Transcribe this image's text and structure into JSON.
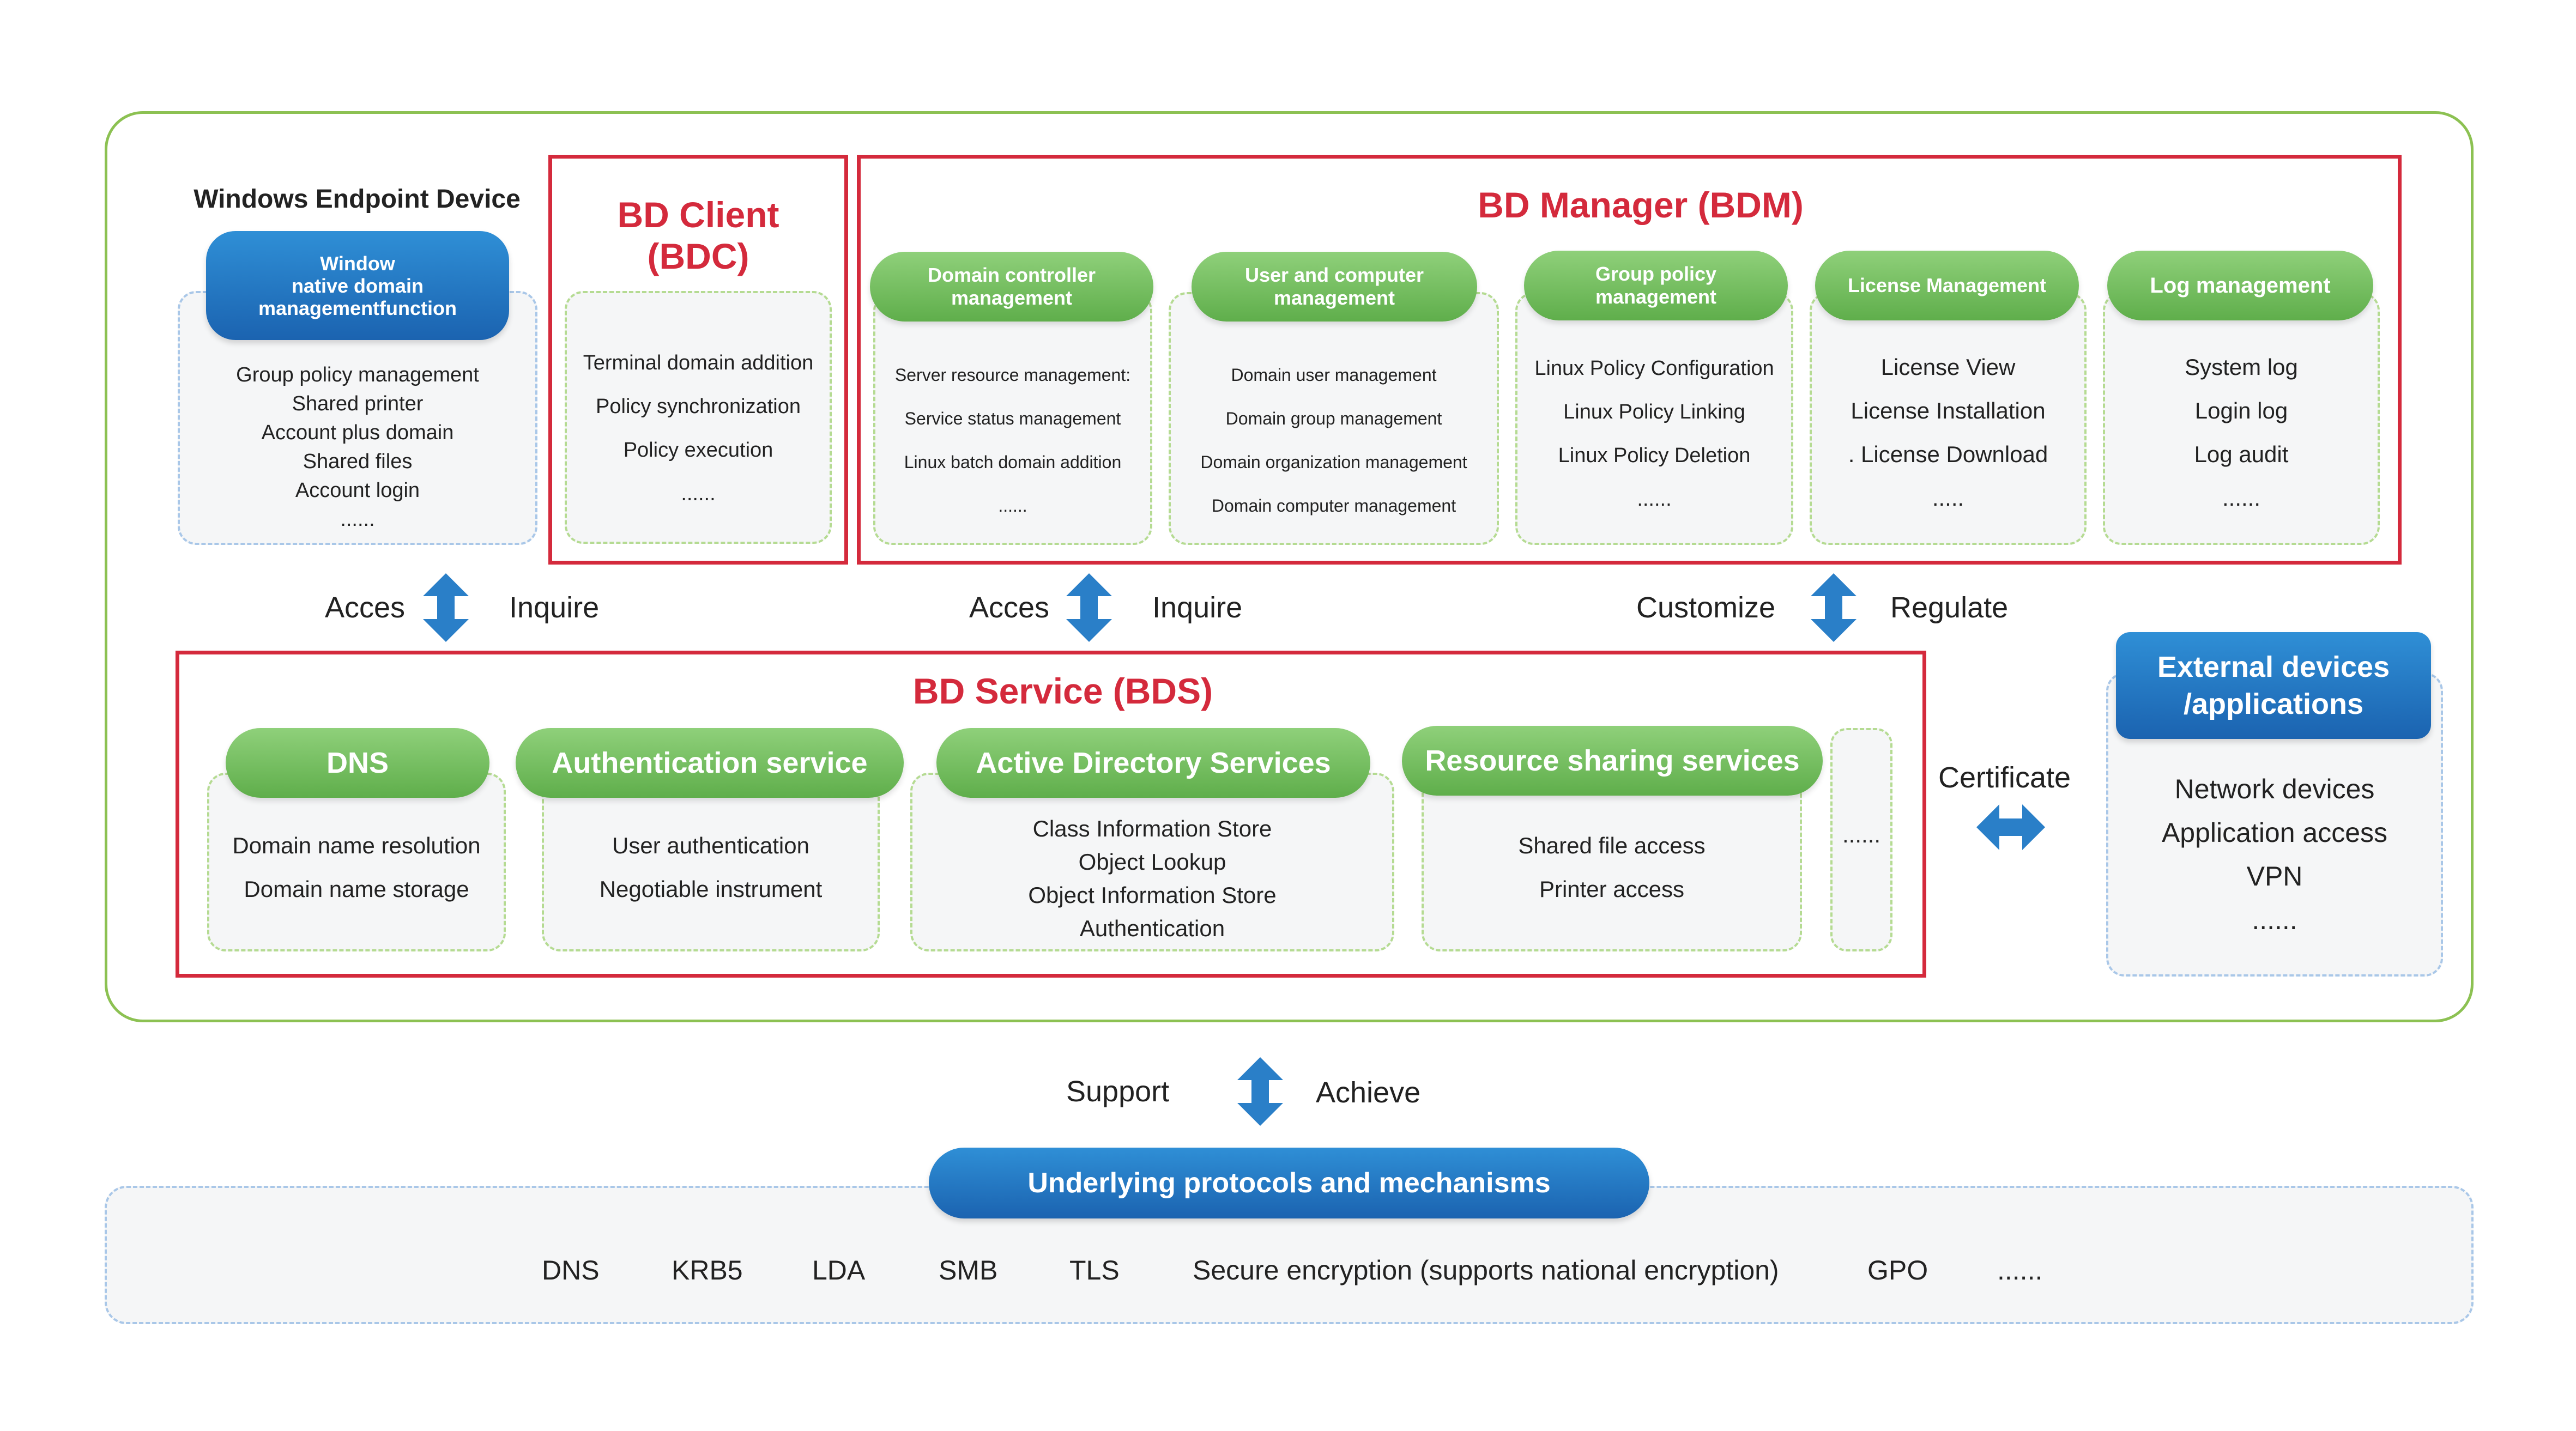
{
  "windows_endpoint": {
    "title": "Windows Endpoint Device",
    "pill": [
      "Window",
      "native domain",
      "managementfunction"
    ],
    "items": [
      "Group policy management",
      "Shared printer",
      "Account plus domain",
      "Shared files",
      "Account login",
      "......"
    ]
  },
  "bd_client": {
    "title_line1": "BD Client",
    "title_line2": "(BDC)",
    "items": [
      "Terminal domain addition",
      "Policy synchronization",
      "Policy execution",
      "......"
    ]
  },
  "bd_manager": {
    "title": "BD Manager (BDM)",
    "modules": [
      {
        "label": [
          "Domain controller",
          "management"
        ],
        "items": [
          "Server resource management:",
          "Service status management",
          "Linux batch domain addition",
          "......"
        ]
      },
      {
        "label": [
          "User and computer",
          "management"
        ],
        "items": [
          "Domain user management",
          "Domain group management",
          "Domain organization management",
          "Domain computer management"
        ]
      },
      {
        "label": [
          "Group policy",
          "management"
        ],
        "items": [
          "Linux Policy Configuration",
          "Linux Policy Linking",
          "Linux Policy Deletion",
          "......"
        ]
      },
      {
        "label": [
          "License Management"
        ],
        "items": [
          "License View",
          "License Installation",
          ". License Download",
          "....."
        ]
      },
      {
        "label": [
          "Log management"
        ],
        "items": [
          "System log",
          "Login log",
          "Log audit",
          "......"
        ]
      }
    ]
  },
  "connectors": {
    "c1_left": "Acces",
    "c1_right": "Inquire",
    "c2_left": "Acces",
    "c2_right": "Inquire",
    "c3_left": "Customize",
    "c3_right": "Regulate",
    "certificate": "Certificate",
    "support": "Support",
    "achieve": "Achieve"
  },
  "bd_service": {
    "title": "BD Service (BDS)",
    "modules": [
      {
        "label": "DNS",
        "items": [
          "Domain name resolution",
          "Domain name storage"
        ]
      },
      {
        "label": "Authentication service",
        "items": [
          "User authentication",
          "Negotiable instrument"
        ]
      },
      {
        "label": "Active Directory Services",
        "items": [
          "Class Information Store",
          "Object Lookup",
          "Object Information Store",
          "Authentication"
        ]
      },
      {
        "label": "Resource sharing services",
        "items": [
          "Shared file access",
          "Printer access"
        ]
      }
    ],
    "more": "......"
  },
  "external": {
    "pill": [
      "External devices",
      "/applications"
    ],
    "items": [
      "Network devices",
      "Application access",
      "VPN",
      "......"
    ]
  },
  "protocols": {
    "title": "Underlying protocols and mechanisms",
    "items": [
      "DNS",
      "KRB5",
      "LDA",
      "SMB",
      "TLS",
      "Secure encryption (supports national encryption)",
      "GPO",
      "......"
    ]
  },
  "colors": {
    "accent_red": "#d42a3c",
    "green": "#8cc152",
    "blue": "#1b63b0",
    "arrow_blue": "#2a7fc8"
  }
}
